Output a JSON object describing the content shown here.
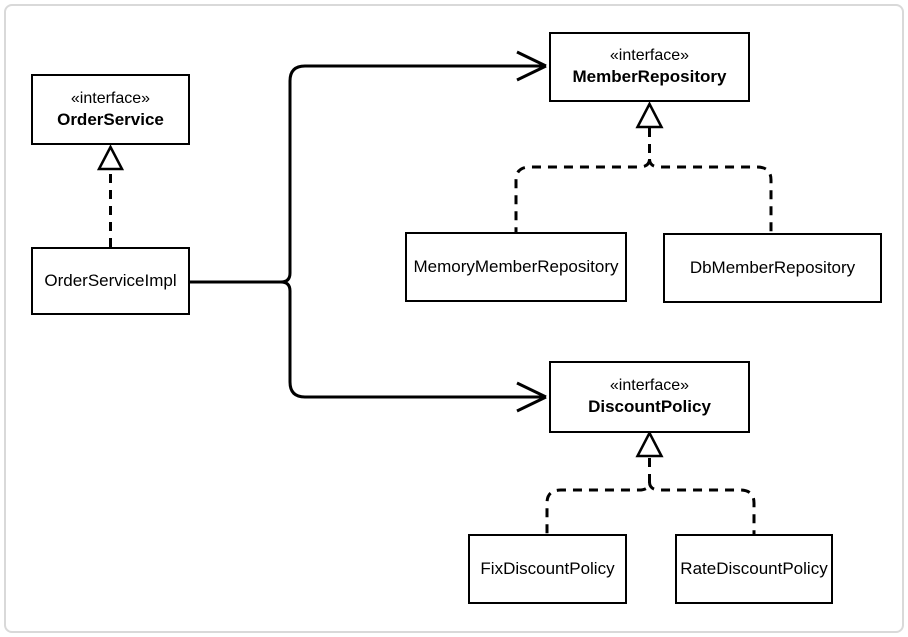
{
  "canvas": {
    "background": "#ffffff",
    "frame_border_color": "#d9d9d9",
    "line_color": "#000000",
    "box_fill": "#ffffff"
  },
  "diagram": {
    "nodes": {
      "orderService": {
        "stereotype": "«interface»",
        "name": "OrderService"
      },
      "orderServiceImpl": {
        "name": "OrderServiceImpl"
      },
      "memberRepository": {
        "stereotype": "«interface»",
        "name": "MemberRepository"
      },
      "memoryMemberRepository": {
        "name": "MemoryMemberRepository"
      },
      "dbMemberRepository": {
        "name": "DbMemberRepository"
      },
      "discountPolicy": {
        "stereotype": "«interface»",
        "name": "DiscountPolicy"
      },
      "fixDiscountPolicy": {
        "name": "FixDiscountPolicy"
      },
      "rateDiscountPolicy": {
        "name": "RateDiscountPolicy"
      }
    },
    "relationships": [
      {
        "type": "realization",
        "from": "OrderServiceImpl",
        "to": "OrderService"
      },
      {
        "type": "dependency",
        "from": "OrderServiceImpl",
        "to": "MemberRepository"
      },
      {
        "type": "dependency",
        "from": "OrderServiceImpl",
        "to": "DiscountPolicy"
      },
      {
        "type": "realization",
        "from": "MemoryMemberRepository",
        "to": "MemberRepository"
      },
      {
        "type": "realization",
        "from": "DbMemberRepository",
        "to": "MemberRepository"
      },
      {
        "type": "realization",
        "from": "FixDiscountPolicy",
        "to": "DiscountPolicy"
      },
      {
        "type": "realization",
        "from": "RateDiscountPolicy",
        "to": "DiscountPolicy"
      }
    ]
  }
}
